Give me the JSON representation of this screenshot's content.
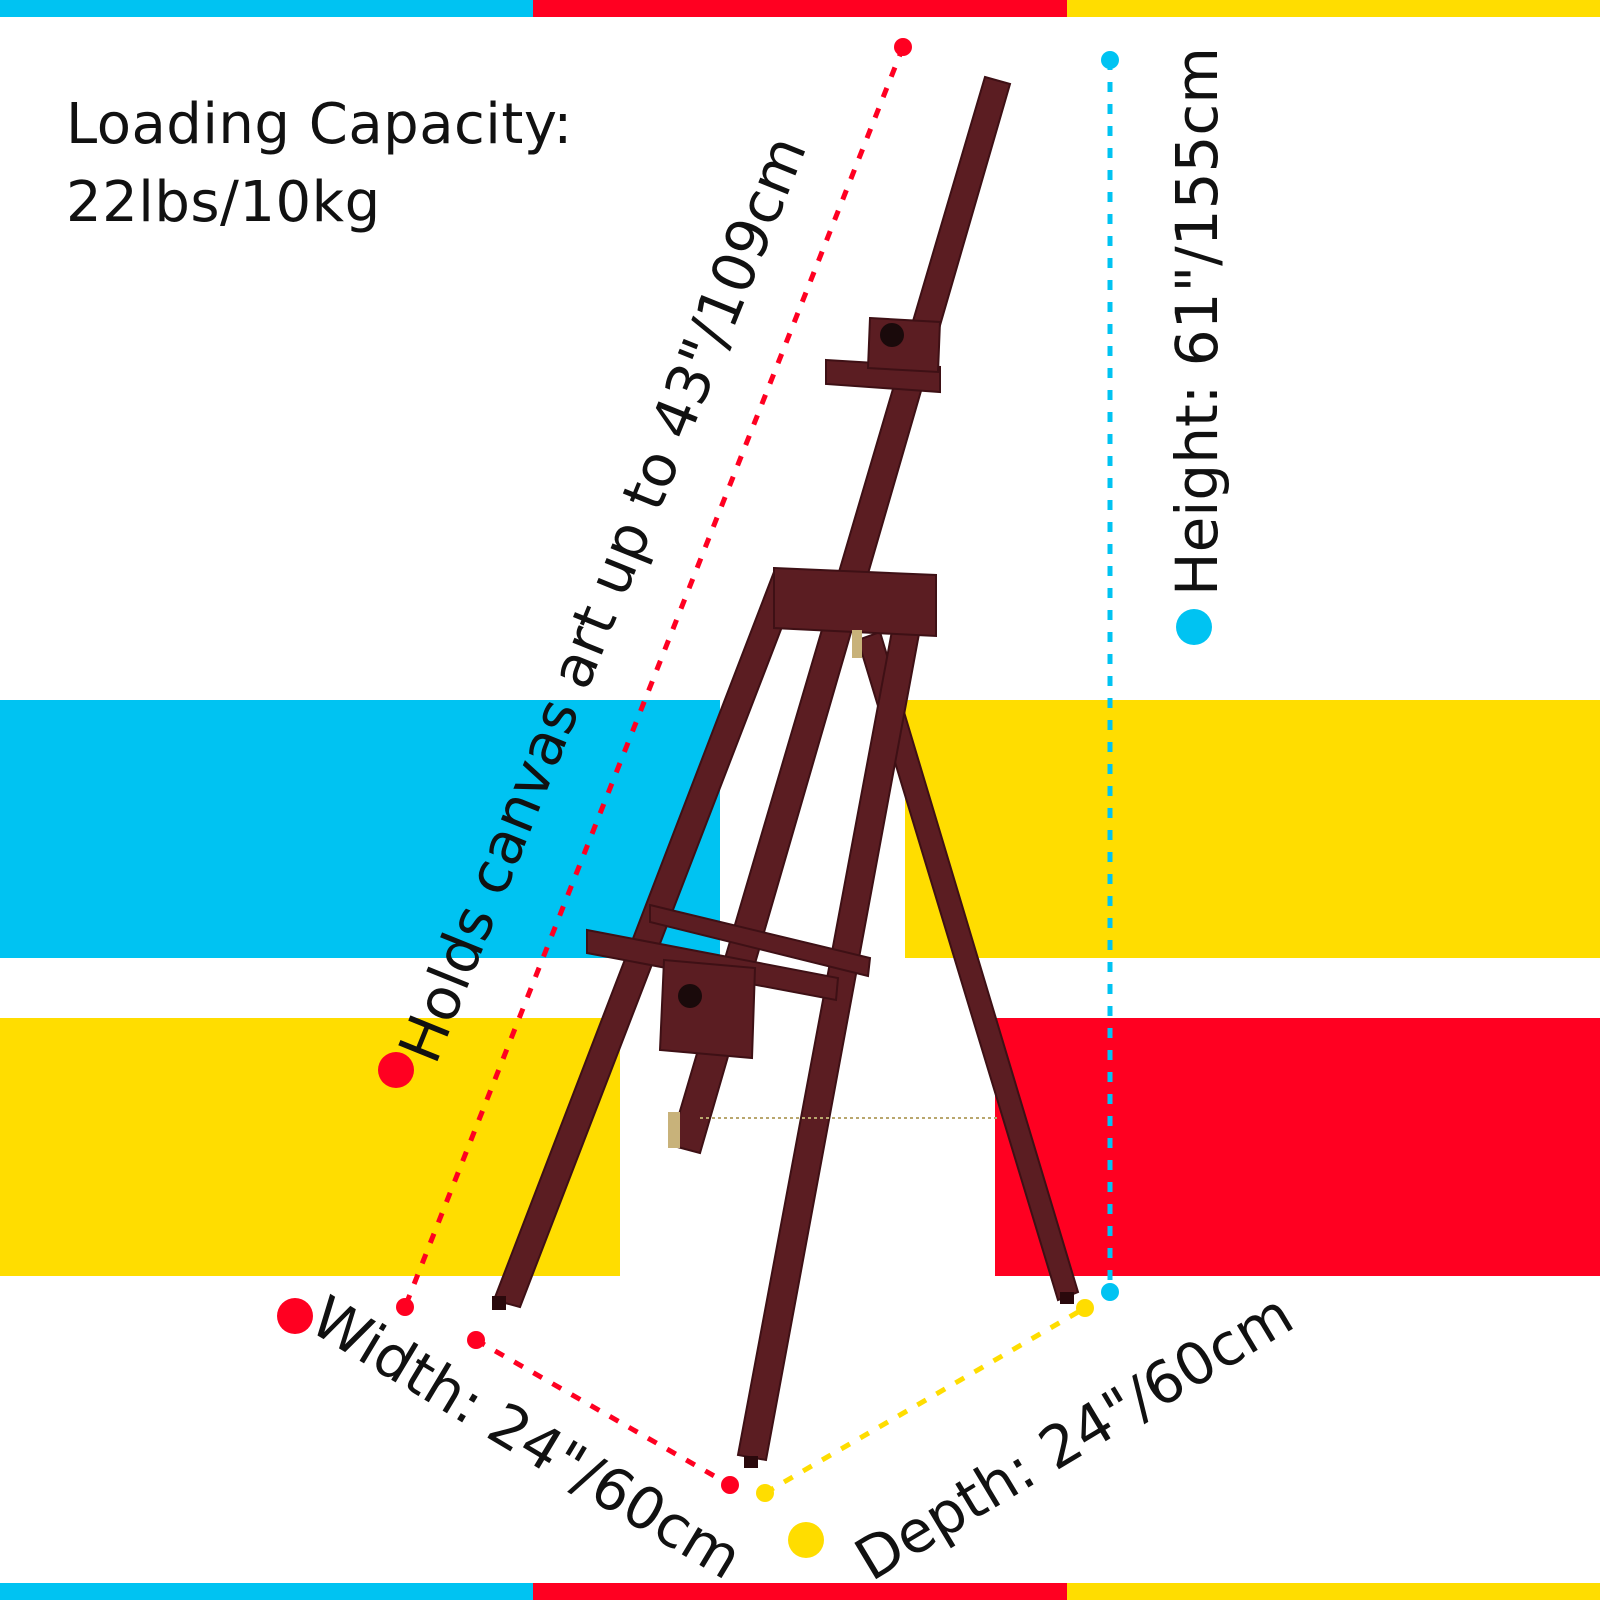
{
  "colors": {
    "blue": "#00c3f2",
    "red": "#ff0021",
    "yellow": "#ffdd00",
    "wood": "#5b1d22",
    "text": "#111111"
  },
  "capacity": {
    "title": "Loading Capacity:",
    "value": "22lbs/10kg"
  },
  "dimensions": {
    "canvas_label": "Holds canvas art up to 43\"/109cm",
    "height_label": "Height: 61\"/155cm",
    "width_label": "Width: 24\"/60cm",
    "depth_label": "Depth: 24\"/60cm"
  }
}
